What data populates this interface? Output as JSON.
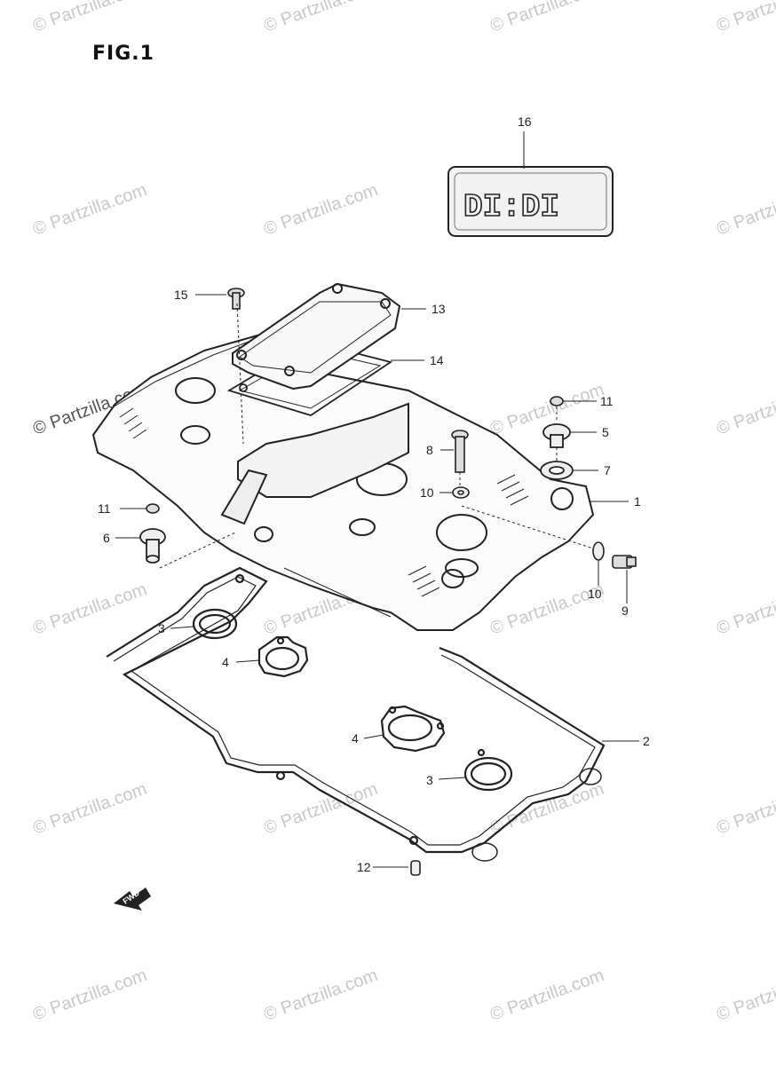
{
  "figure": {
    "title": "FIG.1"
  },
  "watermark": {
    "text": "© Partzilla.com"
  },
  "callouts": {
    "c1": "1",
    "c2": "2",
    "c3a": "3",
    "c3b": "3",
    "c4a": "4",
    "c4b": "4",
    "c5": "5",
    "c6": "6",
    "c7": "7",
    "c8": "8",
    "c9": "9",
    "c10a": "10",
    "c10b": "10",
    "c11a": "11",
    "c11b": "11",
    "c12": "12",
    "c13": "13",
    "c14": "14",
    "c15": "15",
    "c16": "16"
  },
  "fwd_label": "FWD",
  "label_16_text": "DI:DI"
}
